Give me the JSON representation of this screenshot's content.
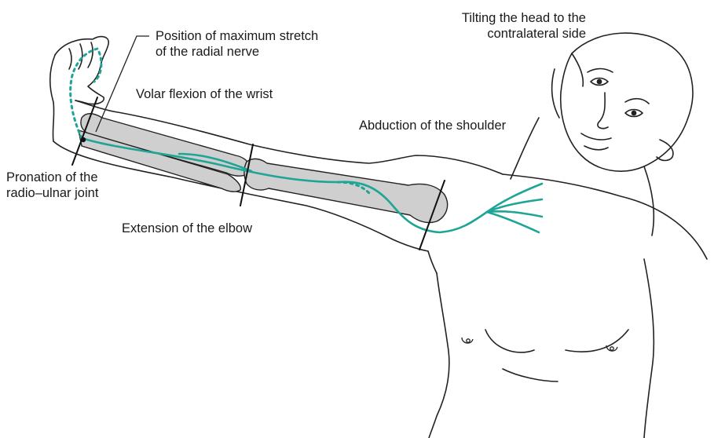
{
  "labels": {
    "tilt_head": [
      "Tilting the head to the",
      "contralateral side"
    ],
    "max_stretch": [
      "Position of maximum stretch",
      "of the radial nerve"
    ],
    "volar_flexion": "Volar flexion of the wrist",
    "abduction_shoulder": "Abduction of the shoulder",
    "pronation": [
      "Pronation of the",
      "radio–ulnar joint"
    ],
    "extension_elbow": "Extension of the elbow"
  },
  "colors": {
    "outline": "#222222",
    "bone_fill": "#cfcfcf",
    "nerve": "#1fa595",
    "background": "#ffffff"
  }
}
